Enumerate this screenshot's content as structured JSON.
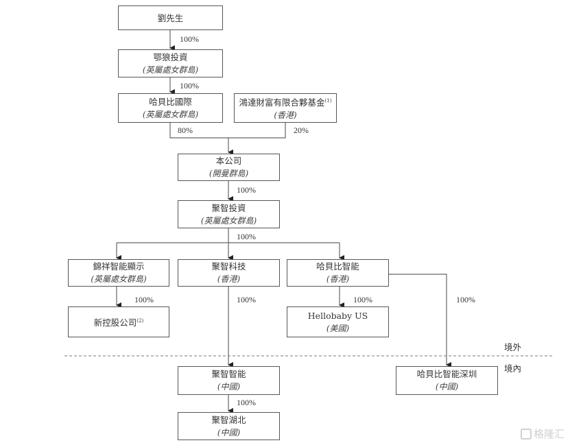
{
  "entities": {
    "liu": {
      "name": "劉先生",
      "loc": ""
    },
    "elang": {
      "name": "鄂狼投資",
      "loc": "(英屬處女群島)"
    },
    "hbb_intl": {
      "name": "哈貝比國際",
      "loc": "(英屬處女群島)"
    },
    "hongda": {
      "name": "鴻達財富有限合夥基金",
      "note": "(1)",
      "loc": "(香港)"
    },
    "company": {
      "name": "本公司",
      "loc": "(開曼群島)"
    },
    "juzhi_inv": {
      "name": "聚智投資",
      "loc": "(英屬處女群島)"
    },
    "jinxiang": {
      "name": "錦祥智能顯示",
      "loc": "(英屬處女群島)"
    },
    "juzhi_tech": {
      "name": "聚智科技",
      "loc": "(香港)"
    },
    "hbb_smart": {
      "name": "哈貝比智能",
      "loc": "(香港)"
    },
    "new_holdco": {
      "name": "新控股公司",
      "note": "(2)",
      "loc": ""
    },
    "hellobaby": {
      "name": "Hellobaby US",
      "loc": "(美國)"
    },
    "juzhi_smart": {
      "name": "聚智智能",
      "loc": "(中國)"
    },
    "hbb_sz": {
      "name": "哈貝比智能深圳",
      "loc": "(中國)"
    },
    "juzhi_hubei": {
      "name": "聚智湖北",
      "loc": "(中國)"
    }
  },
  "ownership": {
    "liu_elang": "100%",
    "elang_hbb": "100%",
    "hbb_company": "80%",
    "hongda_company": "20%",
    "company_juzhi": "100%",
    "juzhi_subs": "100%",
    "jinxiang_newco": "100%",
    "juzhitech_juzhismart": "100%",
    "hbbsmart_hellobaby": "100%",
    "hbbsmart_sz": "100%",
    "juzhismart_hubei": "100%"
  },
  "zones": {
    "offshore": "境外",
    "onshore": "境內"
  },
  "watermark": "格隆汇"
}
